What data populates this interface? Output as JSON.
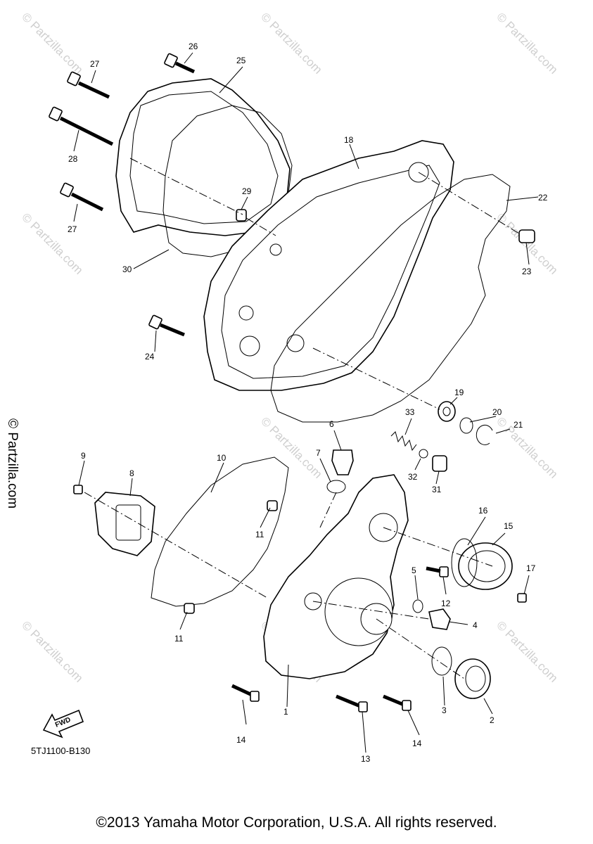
{
  "diagram": {
    "code": "5TJ1100-B130",
    "fwd_label": "FWD",
    "watermark": "© Partzilla.com",
    "vertical_watermark": "© Partzilla.com",
    "copyright": "©2013 Yamaha Motor Corporation, U.S.A. All rights reserved.",
    "callouts": [
      "1",
      "2",
      "3",
      "4",
      "5",
      "6",
      "7",
      "8",
      "9",
      "10",
      "11",
      "12",
      "13",
      "14",
      "15",
      "16",
      "17",
      "18",
      "19",
      "20",
      "21",
      "22",
      "23",
      "24",
      "25",
      "26",
      "27",
      "28",
      "29",
      "30",
      "31",
      "32",
      "33"
    ]
  }
}
